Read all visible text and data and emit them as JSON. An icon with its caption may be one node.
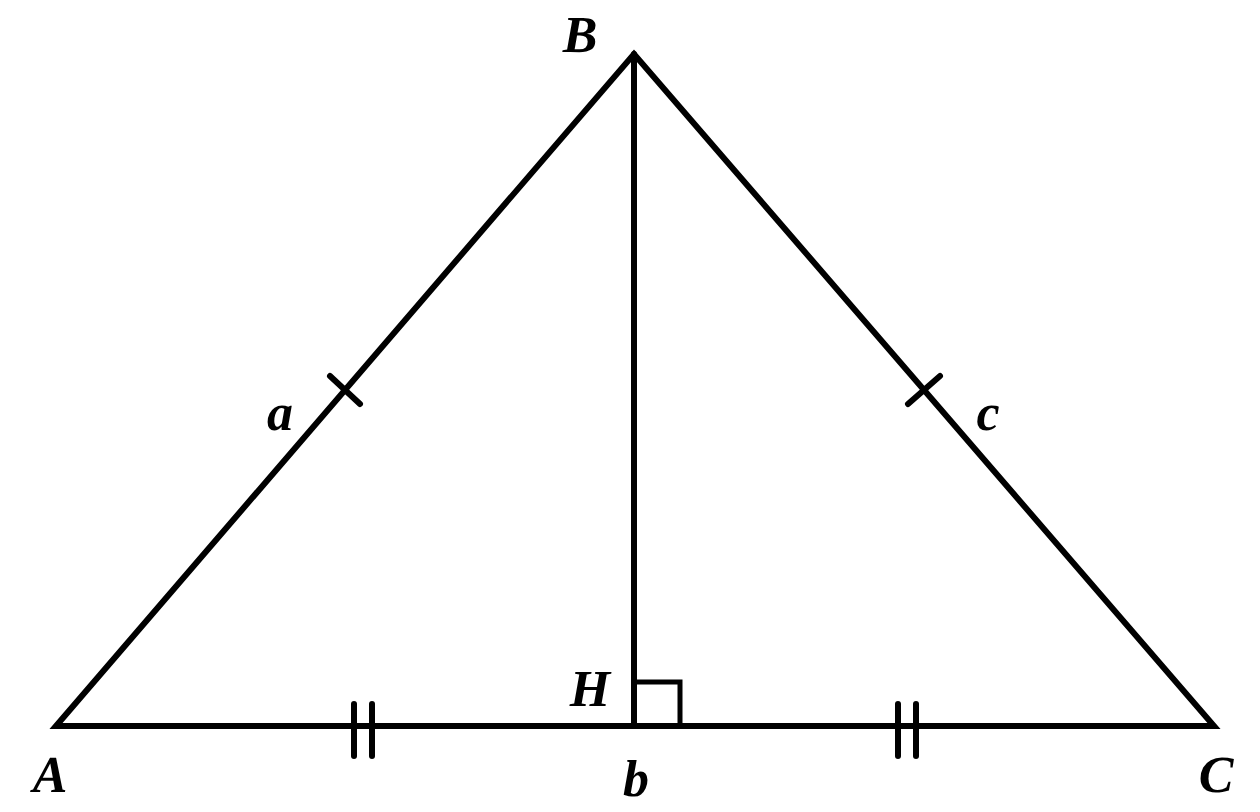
{
  "diagram": {
    "labels": [
      "B",
      "a",
      "c",
      "H",
      "A",
      "b",
      "C"
    ]
  }
}
